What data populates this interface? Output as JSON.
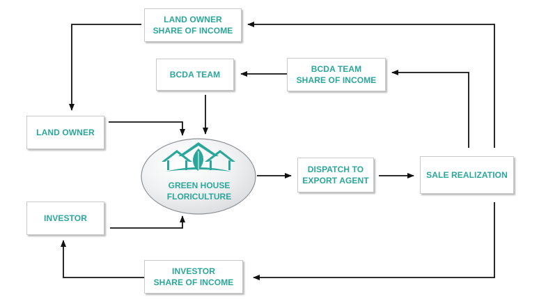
{
  "colors": {
    "text": "#2aa79a",
    "arrow": "#111111",
    "box_border": "#c9c9c9",
    "ellipse_fill_light": "#ffffff",
    "ellipse_fill_dark": "#d9dbde",
    "logo": "#2aa79a"
  },
  "nodes": {
    "land_owner_share": {
      "line1": "LAND  OWNER",
      "line2": "SHARE OF INCOME"
    },
    "bcda_team": {
      "line1": "BCDA TEAM"
    },
    "bcda_team_share": {
      "line1": "BCDA TEAM",
      "line2": "SHARE OF INCOME"
    },
    "land_owner": {
      "line1": "LAND OWNER"
    },
    "green_house": {
      "line1": "GREEN HOUSE",
      "line2": "FLORICULTURE",
      "logo_icon": "greenhouse-leaf-icon"
    },
    "dispatch": {
      "line1": "DISPATCH TO",
      "line2": "EXPORT AGENT"
    },
    "sale_realization": {
      "line1": "SALE REALIZATION"
    },
    "investor": {
      "line1": "INVESTOR"
    },
    "investor_share": {
      "line1": "INVESTOR",
      "line2": "SHARE OF INCOME"
    }
  }
}
